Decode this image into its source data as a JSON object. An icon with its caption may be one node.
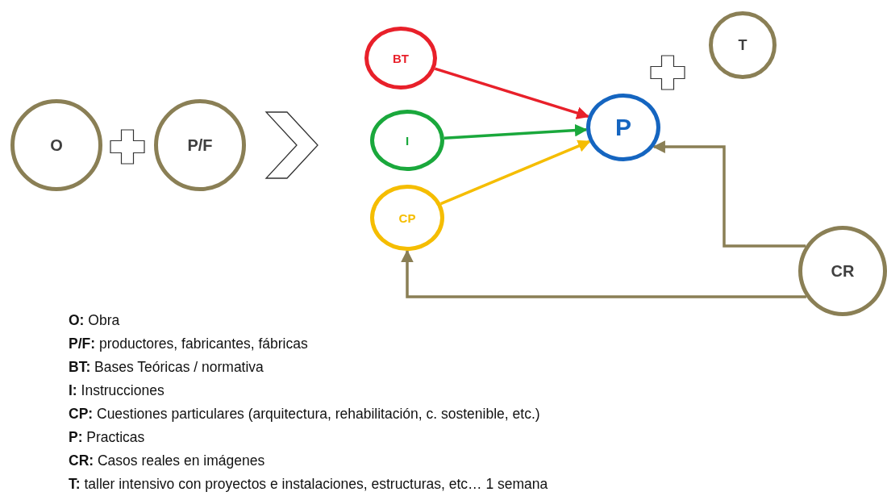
{
  "diagram": {
    "nodes": [
      {
        "text": [
          "O"
        ]
      },
      {
        "text": [
          "P/F"
        ]
      },
      {
        "text": [
          "BT"
        ]
      },
      {
        "text": [
          "I"
        ]
      },
      {
        "text": [
          "CP"
        ]
      },
      {
        "text": [
          "P"
        ]
      },
      {
        "text": [
          "T"
        ]
      },
      {
        "text": [
          "CR"
        ]
      }
    ],
    "edges": [
      {
        "from": 1,
        "to": 3,
        "arrow": "to"
      },
      {
        "from": 2,
        "to": 5,
        "arrow": "to",
        "color": "#e8202a"
      },
      {
        "from": 3,
        "to": 5,
        "arrow": "to",
        "color": "#1aa83c"
      },
      {
        "from": 4,
        "to": 5,
        "arrow": "to",
        "color": "#f5bd00"
      },
      {
        "from": 7,
        "to": 5,
        "arrow": "to"
      },
      {
        "from": 7,
        "to": 4,
        "arrow": "to"
      }
    ],
    "labels": [
      "**O:** Obra",
      "**P/F:** productores, fabricantes, fábricas",
      "**BT:** Bases Teóricas / normativa",
      "**I:** Instrucciones",
      "**CP:** Cuestiones particulares (arquitectura, rehabilitación, c. sostenible, etc.)",
      "**P:** Practicas",
      "**CR:** Casos reales en imágenes",
      "**T:** taller intensivo con proyectos e instalaciones, estructuras, etc… 1 semana"
    ]
  }
}
